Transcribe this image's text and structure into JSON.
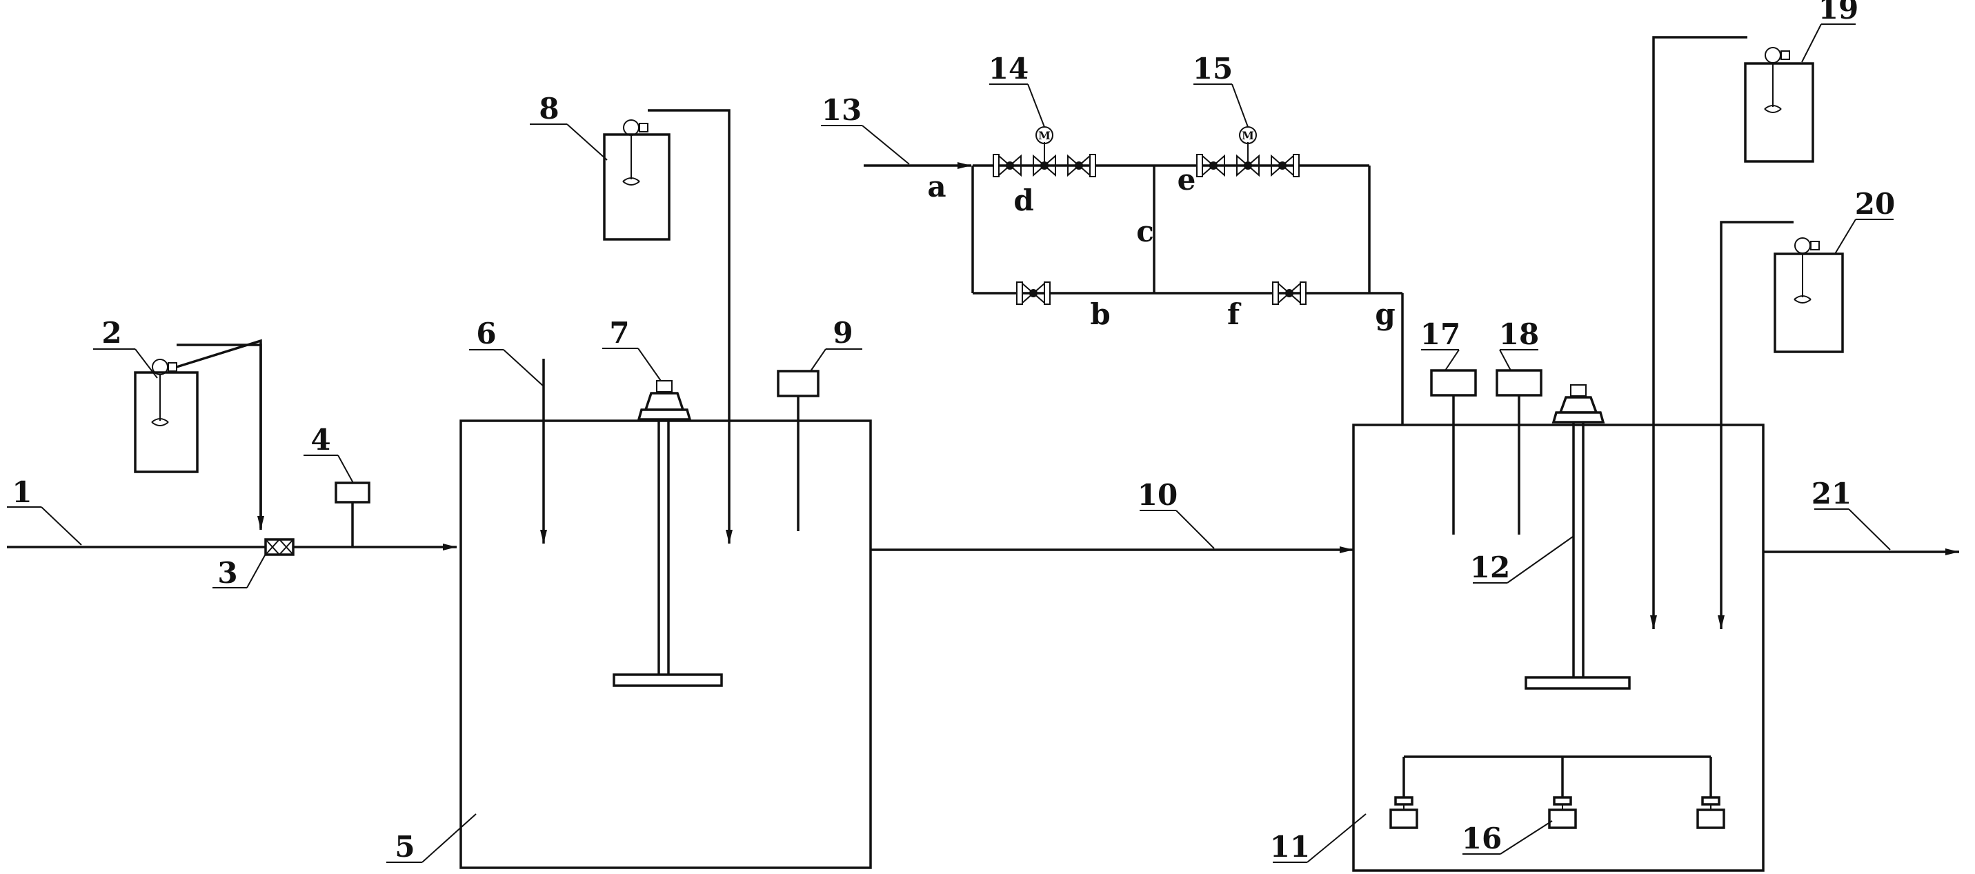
{
  "labels": {
    "n1": "1",
    "n2": "2",
    "n3": "3",
    "n4": "4",
    "n5": "5",
    "n6": "6",
    "n7": "7",
    "n8": "8",
    "n9": "9",
    "n10": "10",
    "n11": "11",
    "n12": "12",
    "n13": "13",
    "n14": "14",
    "n15": "15",
    "n16": "16",
    "n17": "17",
    "n18": "18",
    "n19": "19",
    "n20": "20",
    "n21": "21"
  },
  "letters": {
    "a": "a",
    "b": "b",
    "c": "c",
    "d": "d",
    "e": "e",
    "f": "f",
    "g": "g"
  },
  "motor_mark": "M"
}
